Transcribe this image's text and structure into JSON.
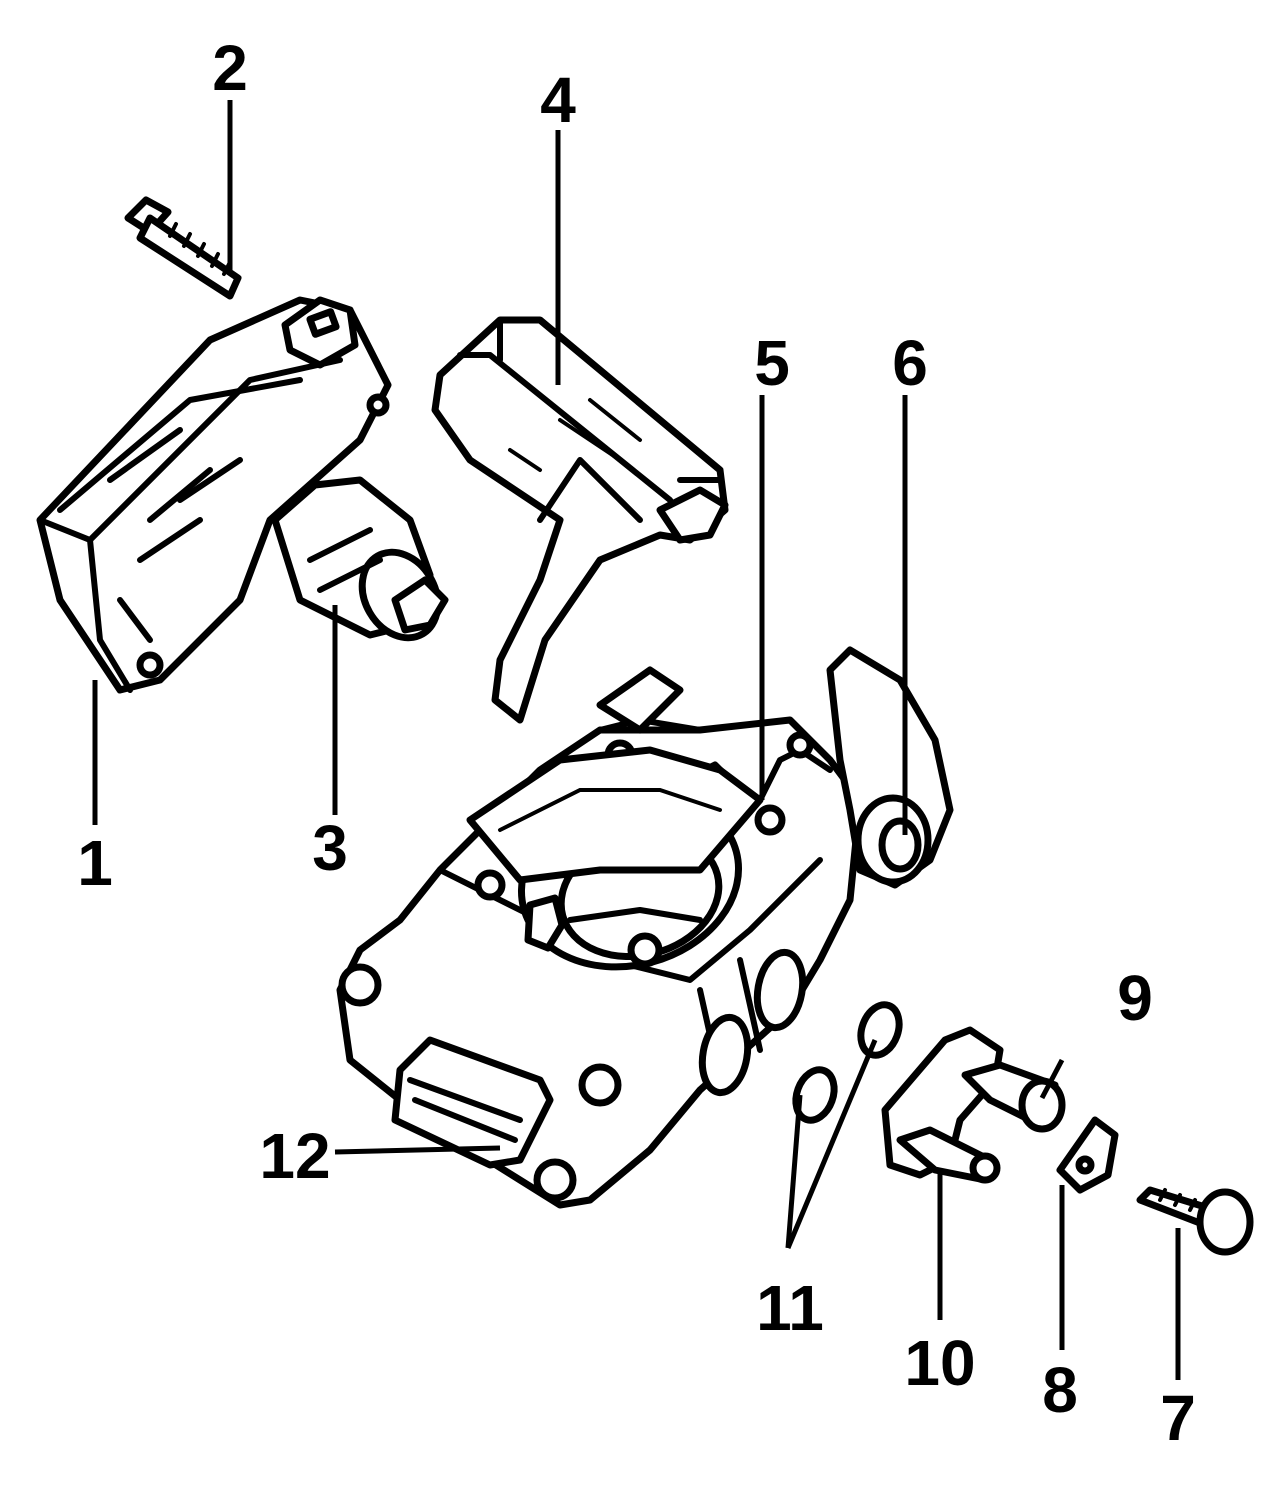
{
  "callouts": {
    "c1": "1",
    "c2": "2",
    "c3": "3",
    "c4": "4",
    "c5": "5",
    "c6": "6",
    "c7": "7",
    "c8": "8",
    "c9": "9",
    "c10": "10",
    "c11": "11",
    "c12": "12"
  },
  "colors": {
    "ink": "#000000",
    "paper": "#ffffff"
  }
}
